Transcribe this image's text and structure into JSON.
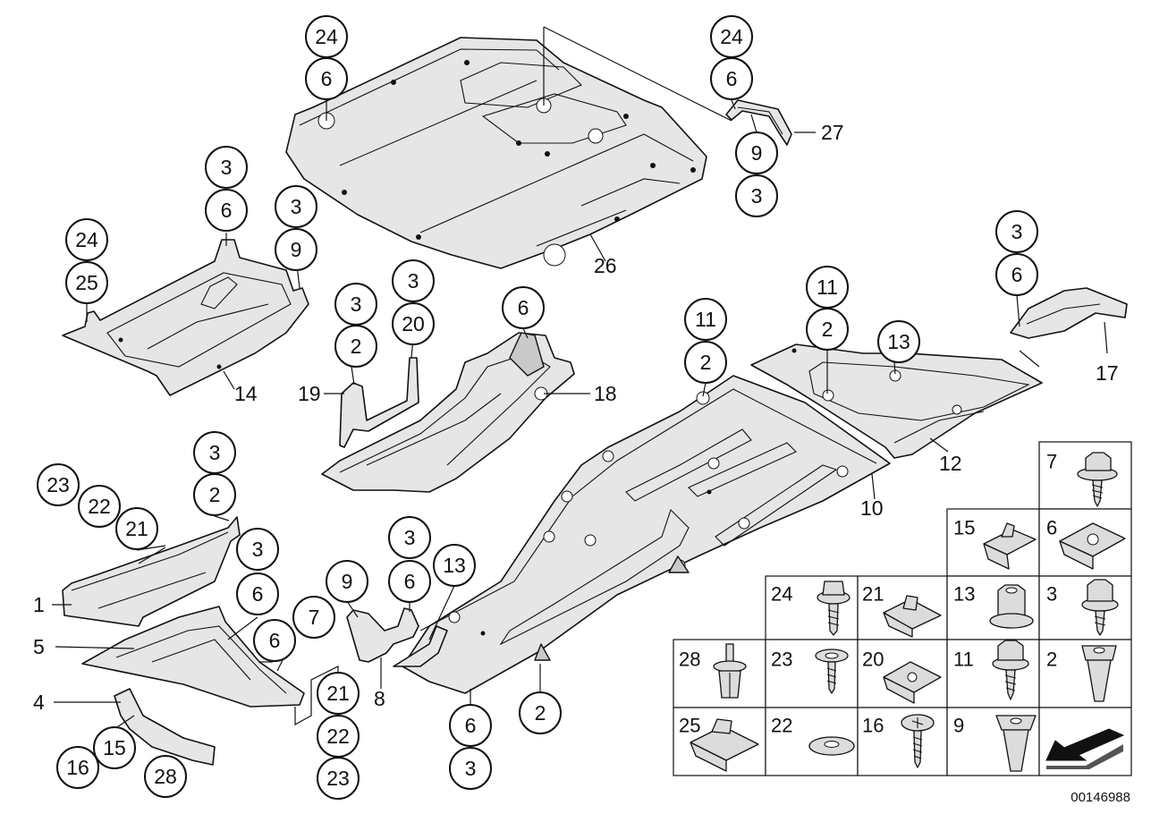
{
  "diagram": {
    "document_number": "00146988",
    "callouts": [
      {
        "id": "c01",
        "label": "24"
      },
      {
        "id": "c02",
        "label": "6"
      },
      {
        "id": "c03",
        "label": "24"
      },
      {
        "id": "c04",
        "label": "6"
      },
      {
        "id": "c05",
        "label": "9"
      },
      {
        "id": "c06",
        "label": "3"
      },
      {
        "id": "c07",
        "label": "3"
      },
      {
        "id": "c08",
        "label": "6"
      },
      {
        "id": "c09",
        "label": "3"
      },
      {
        "id": "c10",
        "label": "9"
      },
      {
        "id": "c11",
        "label": "24"
      },
      {
        "id": "c12",
        "label": "25"
      },
      {
        "id": "c13",
        "label": "3"
      },
      {
        "id": "c14",
        "label": "2"
      },
      {
        "id": "c15",
        "label": "3"
      },
      {
        "id": "c16",
        "label": "20"
      },
      {
        "id": "c17",
        "label": "6"
      },
      {
        "id": "c18",
        "label": "11"
      },
      {
        "id": "c19",
        "label": "2"
      },
      {
        "id": "c20",
        "label": "11"
      },
      {
        "id": "c21",
        "label": "2"
      },
      {
        "id": "c22",
        "label": "13"
      },
      {
        "id": "c23",
        "label": "3"
      },
      {
        "id": "c24",
        "label": "6"
      },
      {
        "id": "c25",
        "label": "3"
      },
      {
        "id": "c26",
        "label": "2"
      },
      {
        "id": "c27",
        "label": "23"
      },
      {
        "id": "c28",
        "label": "22"
      },
      {
        "id": "c29",
        "label": "21"
      },
      {
        "id": "c30",
        "label": "3"
      },
      {
        "id": "c31",
        "label": "6"
      },
      {
        "id": "c32",
        "label": "7"
      },
      {
        "id": "c33",
        "label": "6"
      },
      {
        "id": "c34",
        "label": "3"
      },
      {
        "id": "c35",
        "label": "9"
      },
      {
        "id": "c36",
        "label": "6"
      },
      {
        "id": "c37",
        "label": "13"
      },
      {
        "id": "c38",
        "label": "21"
      },
      {
        "id": "c39",
        "label": "22"
      },
      {
        "id": "c40",
        "label": "23"
      },
      {
        "id": "c41",
        "label": "6"
      },
      {
        "id": "c42",
        "label": "3"
      },
      {
        "id": "c43",
        "label": "2"
      },
      {
        "id": "c44",
        "label": "16"
      },
      {
        "id": "c45",
        "label": "15"
      },
      {
        "id": "c46",
        "label": "28"
      }
    ],
    "part_labels": [
      {
        "id": "p27",
        "label": "27"
      },
      {
        "id": "p26",
        "label": "26"
      },
      {
        "id": "p14",
        "label": "14"
      },
      {
        "id": "p19",
        "label": "19"
      },
      {
        "id": "p18",
        "label": "18"
      },
      {
        "id": "p17",
        "label": "17"
      },
      {
        "id": "p12",
        "label": "12"
      },
      {
        "id": "p10",
        "label": "10"
      },
      {
        "id": "p1",
        "label": "1"
      },
      {
        "id": "p5",
        "label": "5"
      },
      {
        "id": "p4",
        "label": "4"
      },
      {
        "id": "p8",
        "label": "8"
      }
    ],
    "fastener_grid": [
      {
        "id": "f7",
        "label": "7",
        "icon": "hex-bolt-with-washer-icon"
      },
      {
        "id": "f15",
        "label": "15",
        "icon": "spring-nut-clip-icon"
      },
      {
        "id": "f6",
        "label": "6",
        "icon": "clip-nut-icon"
      },
      {
        "id": "f24",
        "label": "24",
        "icon": "flange-screw-icon"
      },
      {
        "id": "f21",
        "label": "21",
        "icon": "sheet-metal-nut-icon"
      },
      {
        "id": "f13",
        "label": "13",
        "icon": "hex-nut-collar-icon"
      },
      {
        "id": "f3",
        "label": "3",
        "icon": "hex-bolt-icon"
      },
      {
        "id": "f28",
        "label": "28",
        "icon": "expanding-rivet-icon"
      },
      {
        "id": "f23",
        "label": "23",
        "icon": "screw-with-washer-icon"
      },
      {
        "id": "f20",
        "label": "20",
        "icon": "plate-nut-icon"
      },
      {
        "id": "f11",
        "label": "11",
        "icon": "self-tapping-hex-screw-icon"
      },
      {
        "id": "f2",
        "label": "2",
        "icon": "plastic-expanding-nut-icon"
      },
      {
        "id": "f25",
        "label": "25",
        "icon": "spring-clip-icon"
      },
      {
        "id": "f22",
        "label": "22",
        "icon": "washer-icon"
      },
      {
        "id": "f16",
        "label": "16",
        "icon": "pan-head-screw-icon"
      },
      {
        "id": "f9",
        "label": "9",
        "icon": "expanding-nut-icon"
      }
    ]
  }
}
